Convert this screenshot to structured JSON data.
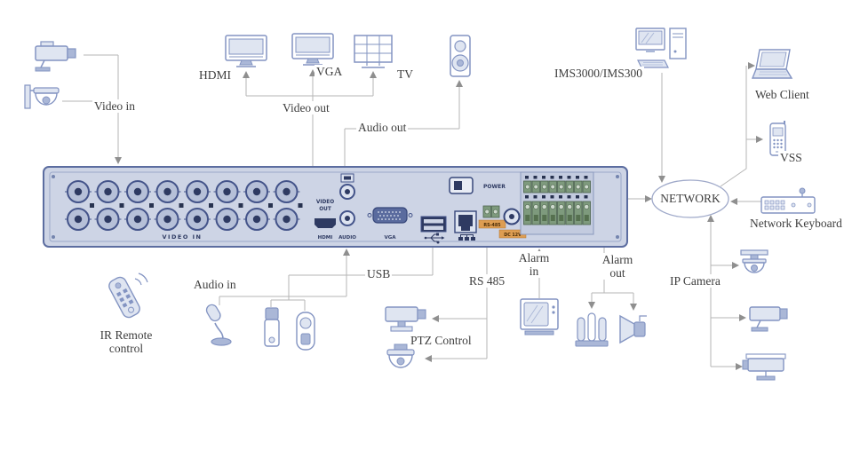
{
  "diagram": {
    "nodes": {
      "video_in": "Video in",
      "hdmi": "HDMI",
      "vga": "VGA",
      "tv": "TV",
      "video_out": "Video out",
      "audio_out": "Audio out",
      "ims": "IMS3000/IMS300",
      "web_client": "Web Client",
      "vss": "VSS",
      "network": "NETWORK",
      "network_keyboard": "Network Keyboard",
      "ip_camera": "IP Camera",
      "ir_remote": "IR Remote control",
      "audio_in": "Audio in",
      "usb": "USB",
      "rs485": "RS 485",
      "ptz_control": "PTZ Control",
      "alarm_in": "Alarm in",
      "alarm_out": "Alarm out"
    },
    "panel": {
      "video_in": "VIDEO IN",
      "video_out_line1": "VIDEO",
      "video_out_line2": "OUT",
      "hdmi": "HDMI",
      "audio": "AUDIO",
      "vga": "VGA",
      "rs485": "RS-485",
      "dc12v": "DC 12V",
      "power": "POWER"
    },
    "colors": {
      "wire": "#b6b6b6",
      "arrow": "#8f8f8f",
      "icon_stroke": "#8394c2",
      "icon_fill": "#dfe5f1",
      "panel_fill": "#cdd4e5",
      "panel_stroke": "#5c6da0",
      "panel_dark": "#2e3a62",
      "terminal_green": "#7e9a7d",
      "label_orange": "#dd9d52",
      "label_text": "#3e3e3e"
    }
  }
}
